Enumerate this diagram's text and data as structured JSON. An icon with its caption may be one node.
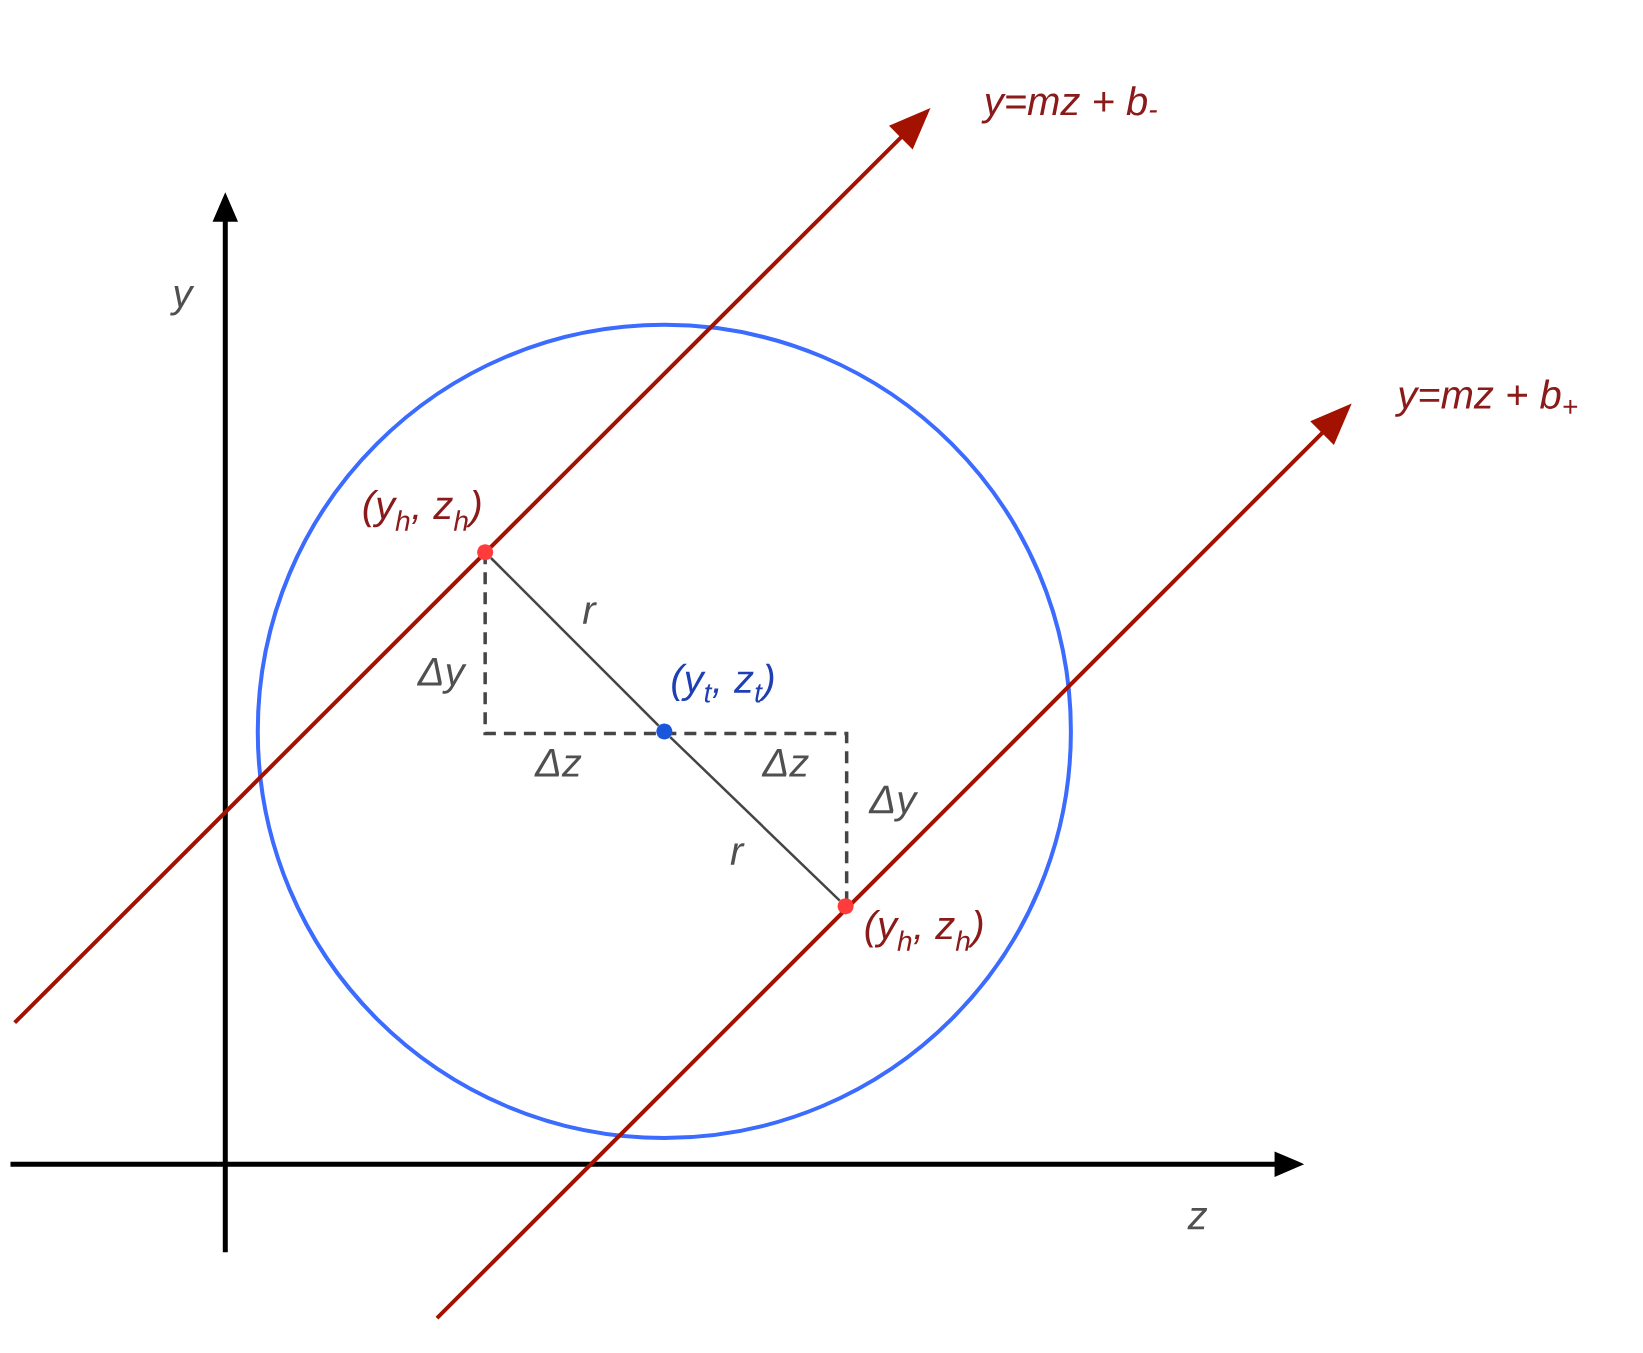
{
  "diagram": {
    "nodes": [
      {
        "text": [],
        "shape": "circle",
        "beside": [
          "(y$_{h}$, z$_{h}$)"
        ]
      },
      {
        "text": [],
        "shape": "circle",
        "beside": [
          "(y$_{t}$, z$_{t}$)"
        ]
      },
      {
        "text": [],
        "shape": "circle",
        "beside": [
          "(y$_{h}$, z$_{h}$)"
        ]
      }
    ],
    "edges": [
      {
        "from": 0,
        "to": 1,
        "arrow": "none",
        "label": "r"
      },
      {
        "from": 1,
        "to": 2,
        "arrow": "none",
        "label": "r"
      }
    ],
    "labels": [
      "y=mz + b$_{-}$",
      "y=mz + b$_{+}$",
      "y",
      "Δy",
      "Δz",
      "Δz",
      "Δy",
      "z"
    ]
  }
}
